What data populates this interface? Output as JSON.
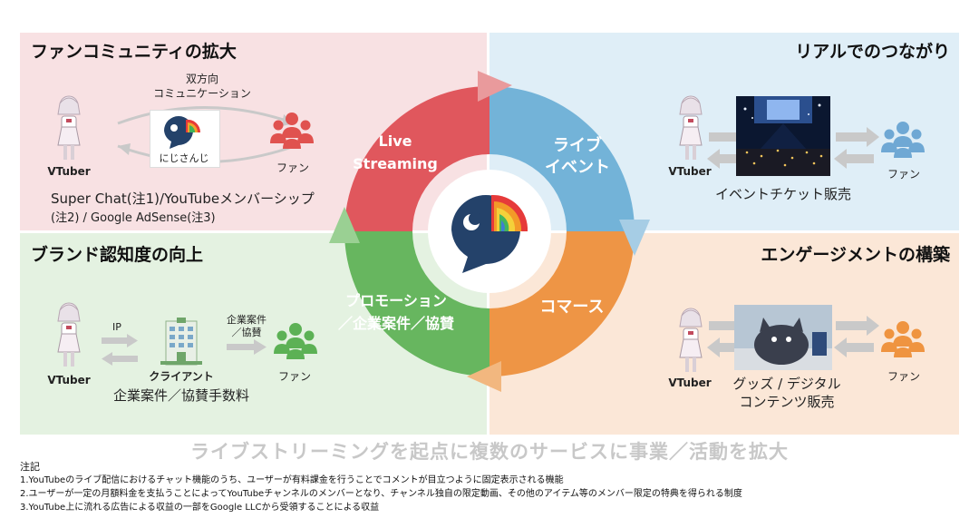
{
  "quadrants": {
    "fan_community": {
      "title": "ファンコミュニティの拡大",
      "bidirectional_line1": "双方向",
      "bidirectional_line2": "コミュニケーション",
      "vtuber": "VTuber",
      "fan": "ファン",
      "brand": "にじさんじ",
      "revenue_line1": "Super Chat(注1)/YouTubeメンバーシップ",
      "revenue_line2": "(注2) / Google AdSense(注3)"
    },
    "real_connection": {
      "title": "リアルでのつながり",
      "vtuber": "VTuber",
      "fan": "ファン",
      "caption": "イベントチケット販売"
    },
    "brand_awareness": {
      "title": "ブランド認知度の向上",
      "vtuber": "VTuber",
      "ip": "IP",
      "client": "クライアント",
      "deal_line1": "企業案件",
      "deal_line2": "／協賛",
      "fan": "ファン",
      "caption": "企業案件／協賛手数料"
    },
    "engagement": {
      "title": "エンゲージメントの構築",
      "vtuber": "VTuber",
      "fan": "ファン",
      "caption_line1": "グッズ / デジタル",
      "caption_line2": "コンテンツ販売"
    }
  },
  "ring": {
    "live_line1": "Live",
    "live_line2": "Streaming",
    "event_line1": "ライブ",
    "event_line2": "イベント",
    "commerce": "コマース",
    "promo_line1": "プロモーション",
    "promo_line2": "／企業案件／協賛",
    "colors": {
      "red": "#e0575d",
      "blue": "#73b3d8",
      "orange": "#ee9545",
      "green": "#67b65f"
    }
  },
  "tagline": "ライブストリーミングを起点に複数のサービスに事業／活動を拡大",
  "notes": {
    "heading": "注記",
    "items": [
      "1.YouTubeのライブ配信におけるチャット機能のうち、ユーザーが有料課金を行うことでコメントが目立つように固定表示される機能",
      "2.ユーザーが一定の月額料金を支払うことによってYouTubeチャンネルのメンバーとなり、チャンネル独自の限定動画、その他のアイテム等のメンバー限定の特典を得られる制度",
      "3.YouTube上に流れる広告による収益の一部をGoogle LLCから受領することによる収益"
    ]
  },
  "icons": [
    "vtuber-character-icon",
    "fan-group-icon",
    "nijisanji-logo-icon",
    "building-icon",
    "concert-photo",
    "goods-photo",
    "arrow-icon"
  ]
}
